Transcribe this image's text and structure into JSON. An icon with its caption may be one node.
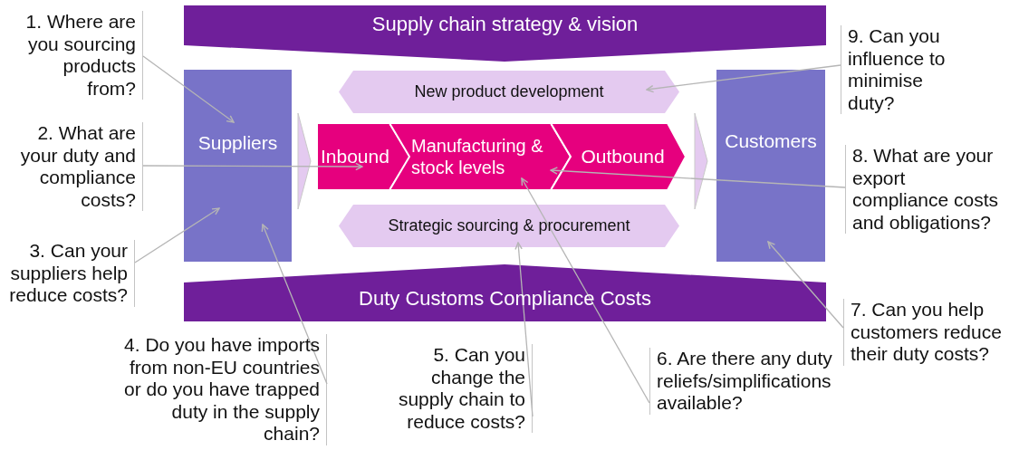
{
  "diagram": {
    "nodes": [
      {
        "text": [
          "Supply chain strategy & vision"
        ]
      },
      {
        "text": [
          "Suppliers"
        ]
      },
      {
        "text": [
          "New product development"
        ]
      },
      {
        "text": [
          "Inbound"
        ]
      },
      {
        "text": [
          "Manufacturing & stock levels"
        ]
      },
      {
        "text": [
          "Outbound"
        ]
      },
      {
        "text": [
          "Strategic sourcing & procurement"
        ]
      },
      {
        "text": [
          "Customers"
        ]
      },
      {
        "text": [
          "Duty Customs Compliance Costs"
        ]
      },
      {
        "text": [
          "1. Where are you sourcing products from?"
        ]
      },
      {
        "text": [
          "2. What are your duty and compliance costs?"
        ]
      },
      {
        "text": [
          "3. Can your suppliers help reduce costs?"
        ]
      },
      {
        "text": [
          "4. Do you have imports from non-EU countries or do you have trapped duty in the supply chain?"
        ]
      },
      {
        "text": [
          "5. Can you change the supply chain to reduce costs?"
        ]
      },
      {
        "text": [
          "6. Are there any duty reliefs/simplifications available?"
        ]
      },
      {
        "text": [
          "7. Can you help customers reduce their duty costs?"
        ]
      },
      {
        "text": [
          "8. What are your export compliance costs and obligations?"
        ]
      },
      {
        "text": [
          "9. Can you influence to minimise duty?"
        ]
      }
    ],
    "edges": [
      {
        "from": 1,
        "to": 3,
        "arrow": "to"
      },
      {
        "from": 5,
        "to": 7,
        "arrow": "to"
      },
      {
        "from": 9,
        "to": 1,
        "arrow": "to"
      },
      {
        "from": 10,
        "to": 3,
        "arrow": "to"
      },
      {
        "from": 11,
        "to": 1,
        "arrow": "to"
      },
      {
        "from": 12,
        "to": 1,
        "arrow": "to"
      },
      {
        "from": 13,
        "to": 6,
        "arrow": "to"
      },
      {
        "from": 14,
        "to": 4,
        "arrow": "to"
      },
      {
        "from": 15,
        "to": 7,
        "arrow": "to"
      },
      {
        "from": 16,
        "to": 4,
        "arrow": "to"
      },
      {
        "from": 17,
        "to": 2,
        "arrow": "to"
      }
    ]
  }
}
